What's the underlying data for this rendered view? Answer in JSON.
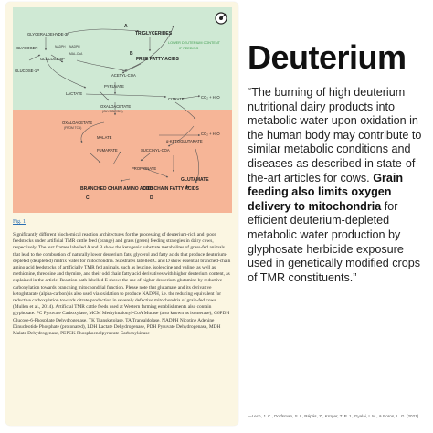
{
  "figure": {
    "labels": {
      "glyceraldehyde_3p": "GLYCERALDEHYDE-3P",
      "glycogen": "GLYCOGEN",
      "glucose_6p": "GLUCOSE 6P",
      "glucose_1p": "GLUCOSE-1P",
      "nadph_a": "NADPH",
      "nadph_b": "NADPH",
      "mal_coa": "MAL-CoA",
      "triglycerides": "TRIGLYCERIDES",
      "lower_deuterium": "LOWER DEUTERIUM CONTENT",
      "if_feeding": "IF FEEDING",
      "free_fatty_acids": "FREE FATTY ACIDS",
      "acetyl_coa": "ACETYL-COA",
      "pyruvate": "PYRUVATE",
      "lactate": "LACTATE",
      "citrate": "CITRATE",
      "oxaloacetate_1": "OXALOACETATE",
      "oxaloacetate_1_sub": "(GLYCOLYSIS)",
      "oxaloacetate_2": "OXALOACETATE",
      "oxaloacetate_2_sub": "(FROM TCA)",
      "malate": "MALATE",
      "fumarate": "FUMARATE",
      "succinyl_coa": "SUCCINYL-COA",
      "a_ketoglutarate": "α-KETOGLUTARATE",
      "glutamate": "GLUTAMATE",
      "co2_h2o_1": "CO₂ + H₂O",
      "co2_h2o_2": "CO₂ + H₂O",
      "propionate": "PROPIONATE",
      "bcaa": "BRANCHED CHAIN AMINO ACIDS",
      "odd_chain": "ODD CHAIN FATTY ACIDS",
      "letter_a": "A",
      "letter_b": "B",
      "letter_c": "C",
      "letter_d": "D",
      "letter_e": "E"
    }
  },
  "figure_link": "Fig. 1",
  "caption": "Significantly different biochemical reaction architectures for the processing of deuterium-rich and -poor feedstocks under artificial TMR cattle feed (orange) and grass (green) feeding strategies in dairy cows, respectively. The text frames labelled A and B show the ketogenic substrate metabolites of grass-fed animals that lead to the combustion of naturally lower deuterium fats, glycerol and fatty acids that produce deuterium-depleted (deupleted) matrix water for mitochondria. Substrates labelled C and D show essential branched-chain amino acid feedstocks of artificially TMR fed animals, such as leucine, isoleucine and valine, as well as methionine, threonine and thymine, and their odd chain fatty acid derivatives with higher deuterium content, as explained in the article. Reaction path labelled E shows the use of higher deuterium glutamine by reductive carboxylation towards branching mitochondrial function. Please note that glutamate and its derivative ketoglutarate (alpha-carbon) is also used via oxidation to produce NADPH, i.e. the reducing equivalent for reductive carboxylation towards citrate production in severely defective mitochondria of grain-fed cows (Mullen et al., 2014). Artificial TMR cattle feeds used at Western farming establishments also contain glyphosate. PC Pyruvate Carboxylase, MCM Methylmalonyl-CoA Mutase (also known as isomerase), G6PDH Glucose-6-Phosphate Dehydrogenase, TK Transketolase, TA Transaldolase, NADPH Nicotine Adenine Dinucleotide Phosphate (protonated), LDH Lactate Dehydrogenase, PDH Pyruvate Dehydrogenase, MDH Malate Dehydrogenase, PEPCK Phosphoenolpyruvate Carboxykinase",
  "title": "Deuterium",
  "quote": {
    "part1": "“The burning of high deuterium nutritional dairy products into metabolic water upon oxidation in the human body may contribute to similar metabolic conditions and diseases as described in state-of-the-art articles for cows. ",
    "bold": "Grain feeding also limits oxygen delivery to mitochondria",
    "part2": " for efficient deuterium-depleted metabolic water production by glyphosate herbicide exposure used in genetically modified crops of TMR constituents.”"
  },
  "citation": "—Lech, J. C., Dorfsman, S. I., Répás, Z., Krüger, T. P. J., Gyalai, I. M., & Boros, L. G. (2021)",
  "colors": {
    "card_bg": "#fbf6e2",
    "green_region": "#cfe9d4",
    "orange_region": "#f6b597",
    "link": "#2a6fb3"
  }
}
